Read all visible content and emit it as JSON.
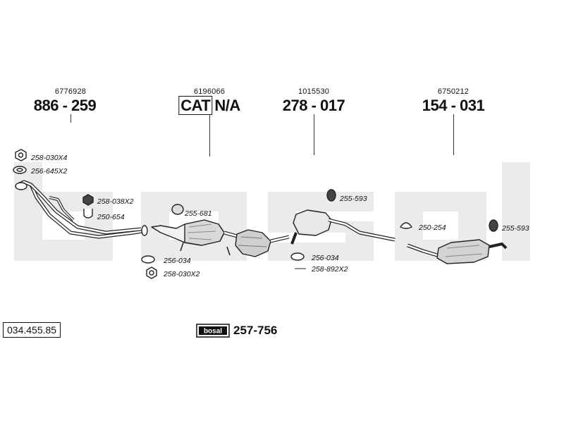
{
  "watermark": {
    "text": "bosal",
    "color": "#ebebeb"
  },
  "groups": [
    {
      "small": "6776928",
      "big": "886 - 259"
    },
    {
      "small": "6196066",
      "cat": "CAT",
      "big": "N/A"
    },
    {
      "small": "1015530",
      "big": "278 - 017"
    },
    {
      "small": "6750212",
      "big": "154 - 031"
    }
  ],
  "parts": [
    "258-030X4",
    "256-645X2",
    "258-038X2",
    "250-654",
    "255-681",
    "256-034",
    "258-030X2",
    "255-593",
    "256-034",
    "258-892X2",
    "250-254",
    "255-593"
  ],
  "reference": "034.455.85",
  "brand": {
    "logo_text": "bosal",
    "code": "257-756"
  }
}
